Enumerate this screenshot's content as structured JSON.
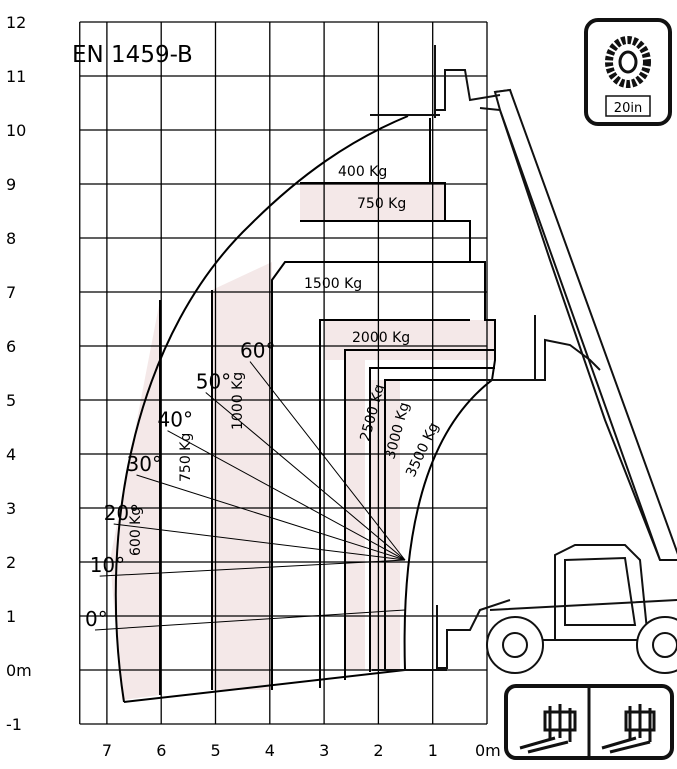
{
  "standard": "EN 1459-B",
  "tyre_badge": {
    "icon": "tyre-icon",
    "label": "20in"
  },
  "attachment_icons": [
    "fork-carriage-icon",
    "fork-carriage-alt-icon"
  ],
  "y_axis": {
    "ticks": [
      "12",
      "11",
      "10",
      "9",
      "8",
      "7",
      "6",
      "5",
      "4",
      "3",
      "2",
      "1",
      "0m",
      "-1"
    ],
    "range": [
      -1,
      12
    ]
  },
  "x_axis": {
    "ticks": [
      "7",
      "6",
      "5",
      "4",
      "3",
      "2",
      "1",
      "0m"
    ],
    "range": [
      0,
      7.5
    ]
  },
  "angle_labels": [
    {
      "label": "0°",
      "deg": 0
    },
    {
      "label": "10°",
      "deg": 10
    },
    {
      "label": "20°",
      "deg": 20
    },
    {
      "label": "30°",
      "deg": 30
    },
    {
      "label": "40°",
      "deg": 40
    },
    {
      "label": "50°",
      "deg": 50
    },
    {
      "label": "60°",
      "deg": 60
    }
  ],
  "load_zones": [
    {
      "label": "400 Kg",
      "shaded": false
    },
    {
      "label": "750 Kg",
      "shaded": true
    },
    {
      "label": "1500 Kg",
      "shaded": false
    },
    {
      "label": "2000 Kg",
      "shaded": true
    },
    {
      "label": "2500 Kg",
      "shaded": false
    },
    {
      "label": "3000 Kg",
      "shaded": true
    },
    {
      "label": "3500 Kg",
      "shaded": false
    },
    {
      "label": "1000 Kg",
      "shaded": true
    },
    {
      "label": "750 Kg",
      "shaded": false
    },
    {
      "label": "600 Kg",
      "shaded": true
    }
  ],
  "colors": {
    "grid": "#000000",
    "shade": "#f4e8e8",
    "line": "#000000",
    "machine": "#111111"
  }
}
